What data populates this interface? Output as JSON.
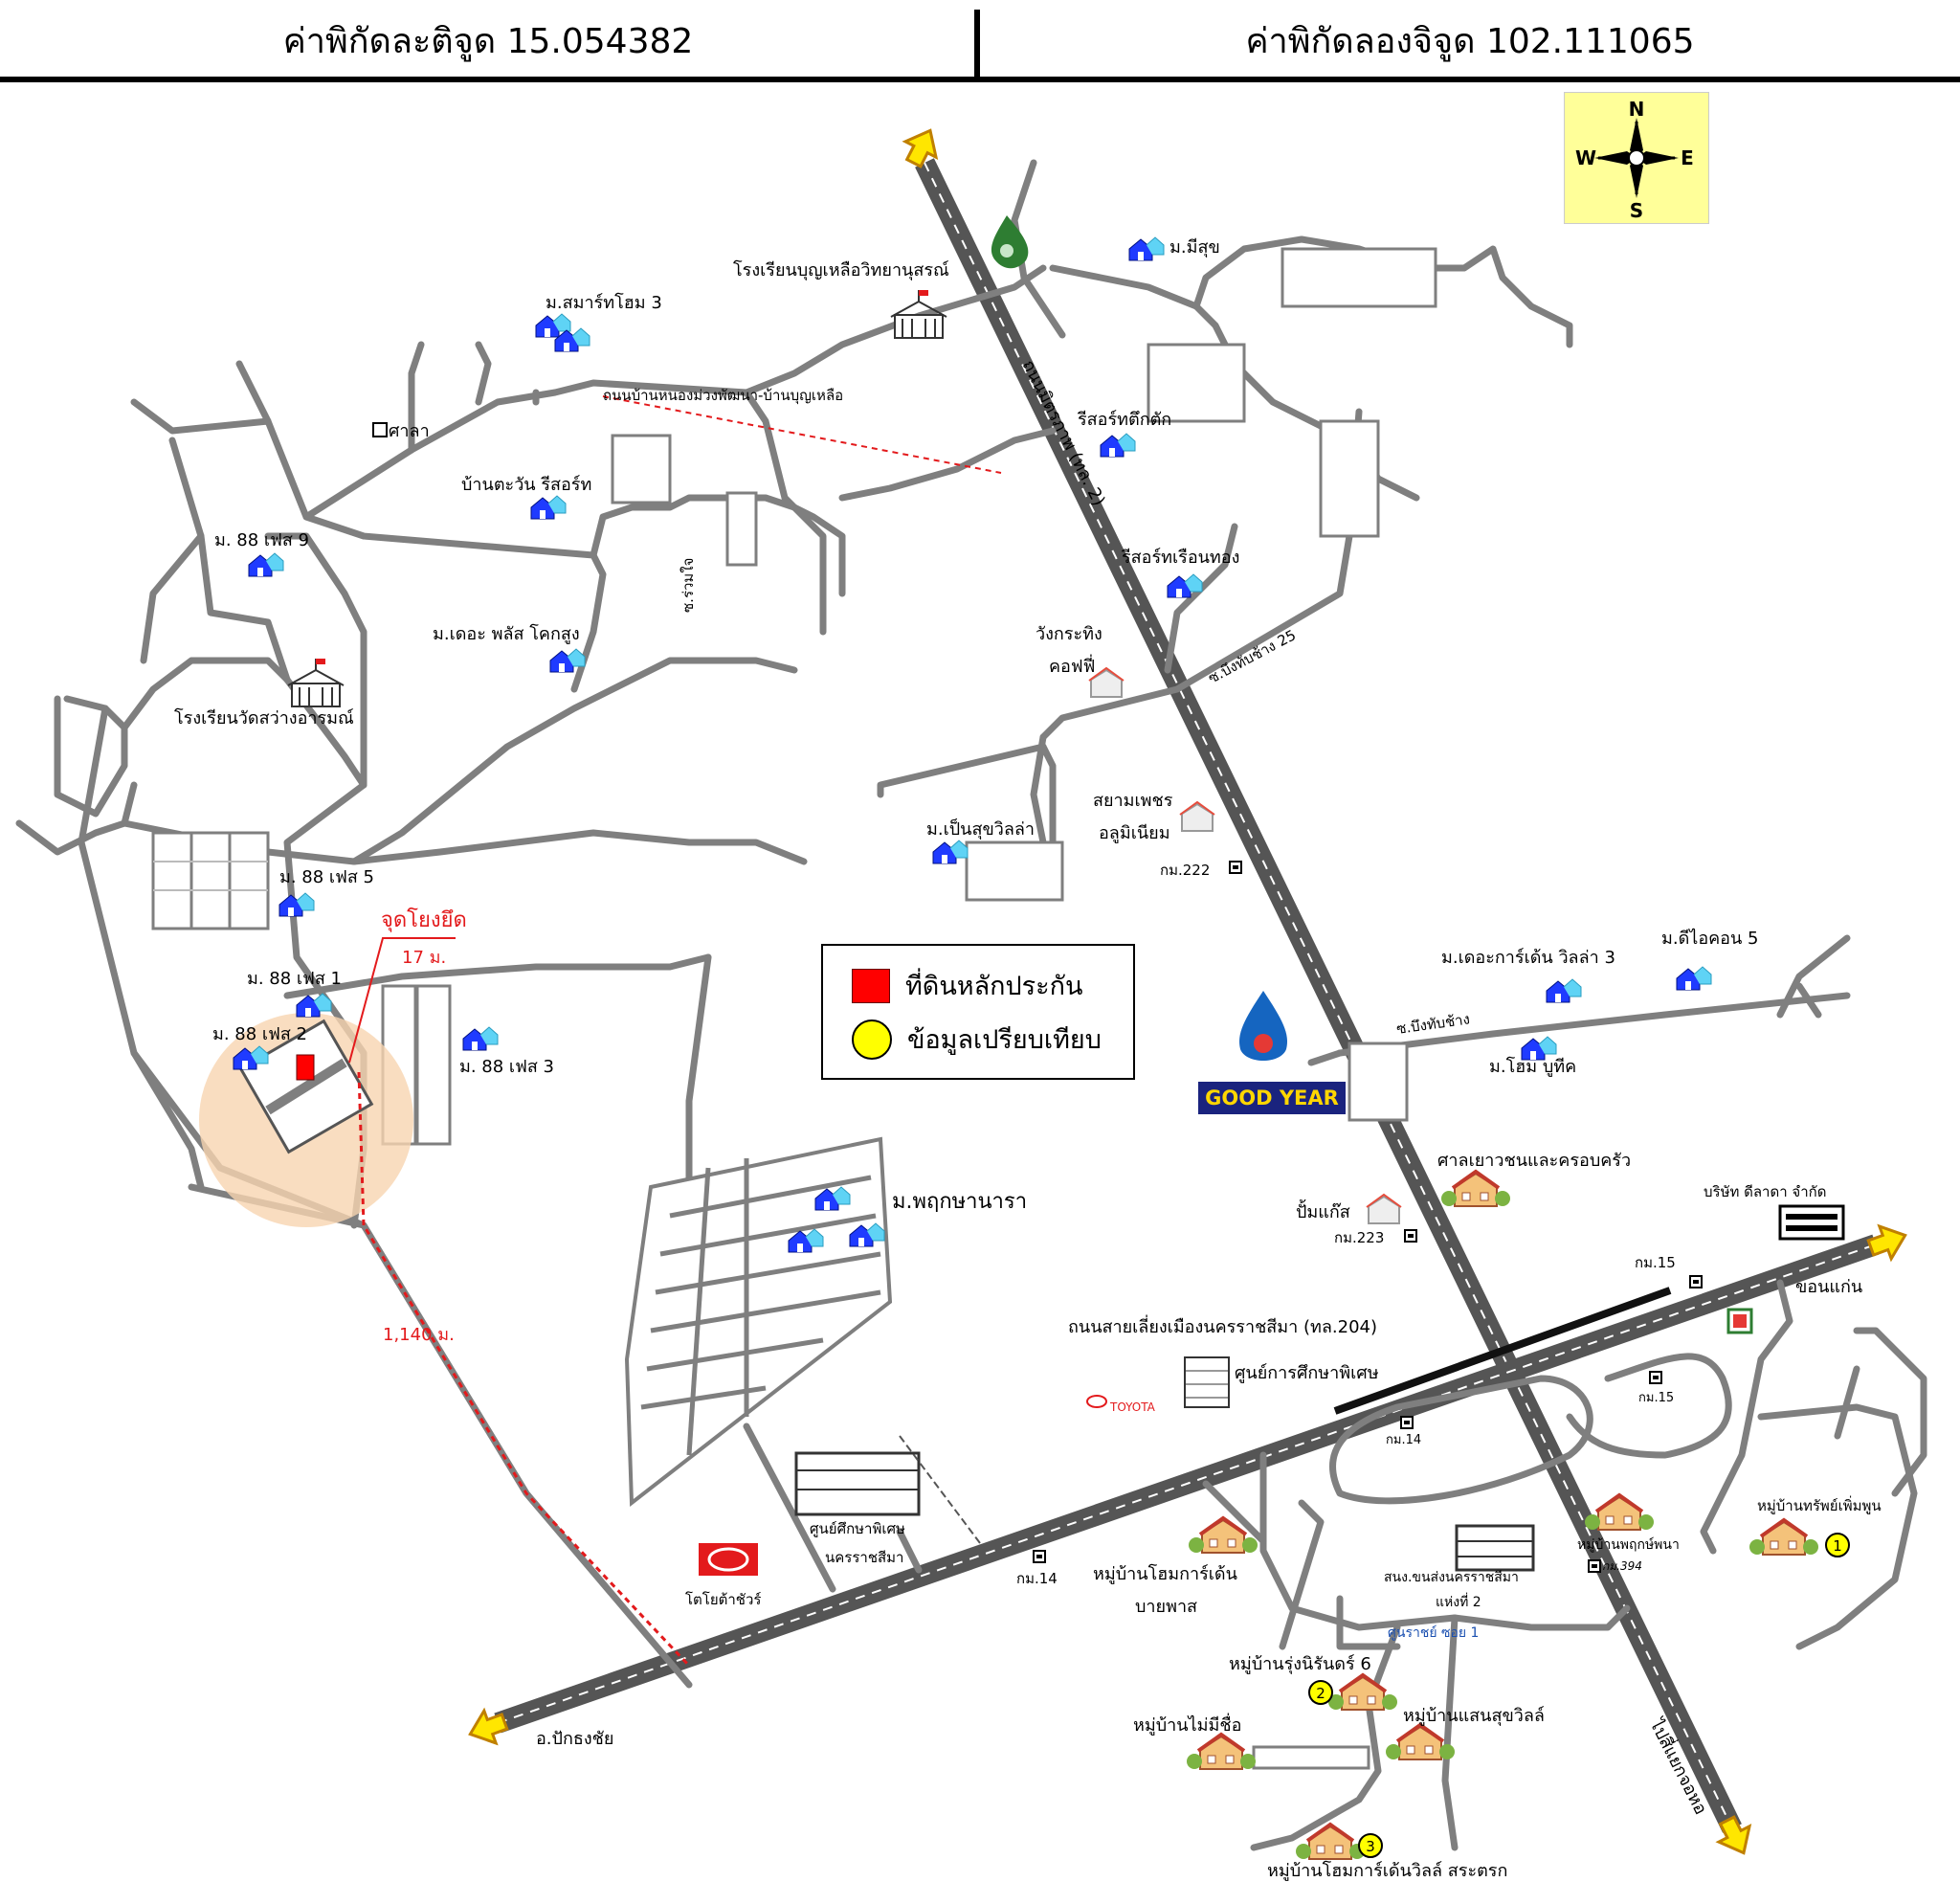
{
  "header": {
    "latitude_text": "ค่าพิกัดละติจูด 15.054382",
    "longitude_text": "ค่าพิกัดลองจิจูด 102.111065"
  },
  "legend": {
    "collateral_label": "ที่ดินหลักประกัน",
    "comparison_label": "ข้อมูลเปรียบเทียบ"
  },
  "compass": {
    "n": "N",
    "s": "S",
    "e": "E",
    "w": "W"
  },
  "labels": {
    "school1": "โรงเรียนบุญเหลือวิทยานุสรณ์",
    "mu_mesuk": "ม.มีสุข",
    "smart_home": "ม.สมาร์ทโฮม 3",
    "sala": "ศาลา",
    "road_nongmuang": "ถนนบ้านหนองม่วงพัฒนา-บ้านบุญเหลือ",
    "highway_2": "ถนนมิตรภาพ (ทล. 2)",
    "resort_tuk": "รีสอร์ทตึกตัก",
    "ban_tawan": "บ้านตะวัน รีสอร์ท",
    "phase9": "ม. 88 เฟส 9",
    "resort_ruen": "รีสอร์ทเรือนทอง",
    "soi_chuanchai": "ซ.ร่วมใจ",
    "the_plus": "ม.เดอะ พลัส โคกสูง",
    "wang_coffee_1": "วังกระทิง",
    "wang_coffee_2": "คอฟฟี่",
    "soi_bueng25": "ซ.บึงทับช้าง 25",
    "school2": "โรงเรียนวัดสว่างอารมณ์",
    "siam_1": "สยามเพชร",
    "siam_2": "อลูมิเนียม",
    "pensuk": "ม.เป็นสุขวิลล่า",
    "km222": "กม.222",
    "phase5": "ม. 88 เฟส 5",
    "anchor": "จุดโยงยึด",
    "dist17": "17 ม.",
    "phase1": "ม. 88 เฟส 1",
    "phase2": "ม. 88 เฟส 2",
    "phase3": "ม. 88 เฟส 3",
    "garden_villa": "ม.เดอะการ์เด้น วิลล่า 3",
    "dicon": "ม.ดีไอคอน 5",
    "soi_bueng": "ซ.บึงทับช้าง",
    "home_boutique": "ม.โฮม บูทีค",
    "youth_court": "ศาลเยาวชนและครอบครัว",
    "pruksa": "ม.พฤกษานารา",
    "gas": "ปั้มแก๊ส",
    "km223": "กม.223",
    "dilada": "บริษัท ดีลาดา จำกัด",
    "km15": "กม.15",
    "khonkaen": "ขอนแก่น",
    "dist1140": "1,140 ม.",
    "bypass": "ถนนสายเลี่ยงเมืองนครราชสีมา (ทล.204)",
    "special_ed": "ศูนย์การศึกษาพิเศษ",
    "toyota_small": "TOYOTA",
    "km14": "กม.14",
    "km15b": "กม.15",
    "sap_1": "หมู่บ้านทรัพย์เพิ่มพูน",
    "home_garden_1": "หมู่บ้านโฮมการ์เด้น",
    "home_garden_2": "บายพาส",
    "special_ed2_1": "ศูนย์ศึกษาพิเศษ",
    "special_ed2_2": "นครราชสีมา",
    "toyota_sure": "โตโยต้าชัวร์",
    "km14b": "กม.14",
    "transport_1": "สนง.ขนส่งนครราชสีมา",
    "transport_2": "แห่งที่ 2",
    "pruksa_pana": "หมู่บ้านพฤกษ์พนา",
    "km394": "กม.394",
    "soi1": "ศูนราชย์ ซอย 1",
    "rung_niran": "หมู่บ้านรุ่งนิรันดร์ 6",
    "no_name": "หมู่บ้านไม่มีชื่อ",
    "saen_suk": "หมู่บ้านแสนสุขวิลล์",
    "pakthongchai": "อ.ปักธงชัย",
    "to_chokchai": "ไปสี่แยกจอหอ",
    "home_garden_ville": "หมู่บ้านโฮมการ์เด้นวิลล์ สระตรก",
    "goodyear": "GOOD YEAR",
    "num1": "1",
    "num2": "2",
    "num3": "3"
  }
}
